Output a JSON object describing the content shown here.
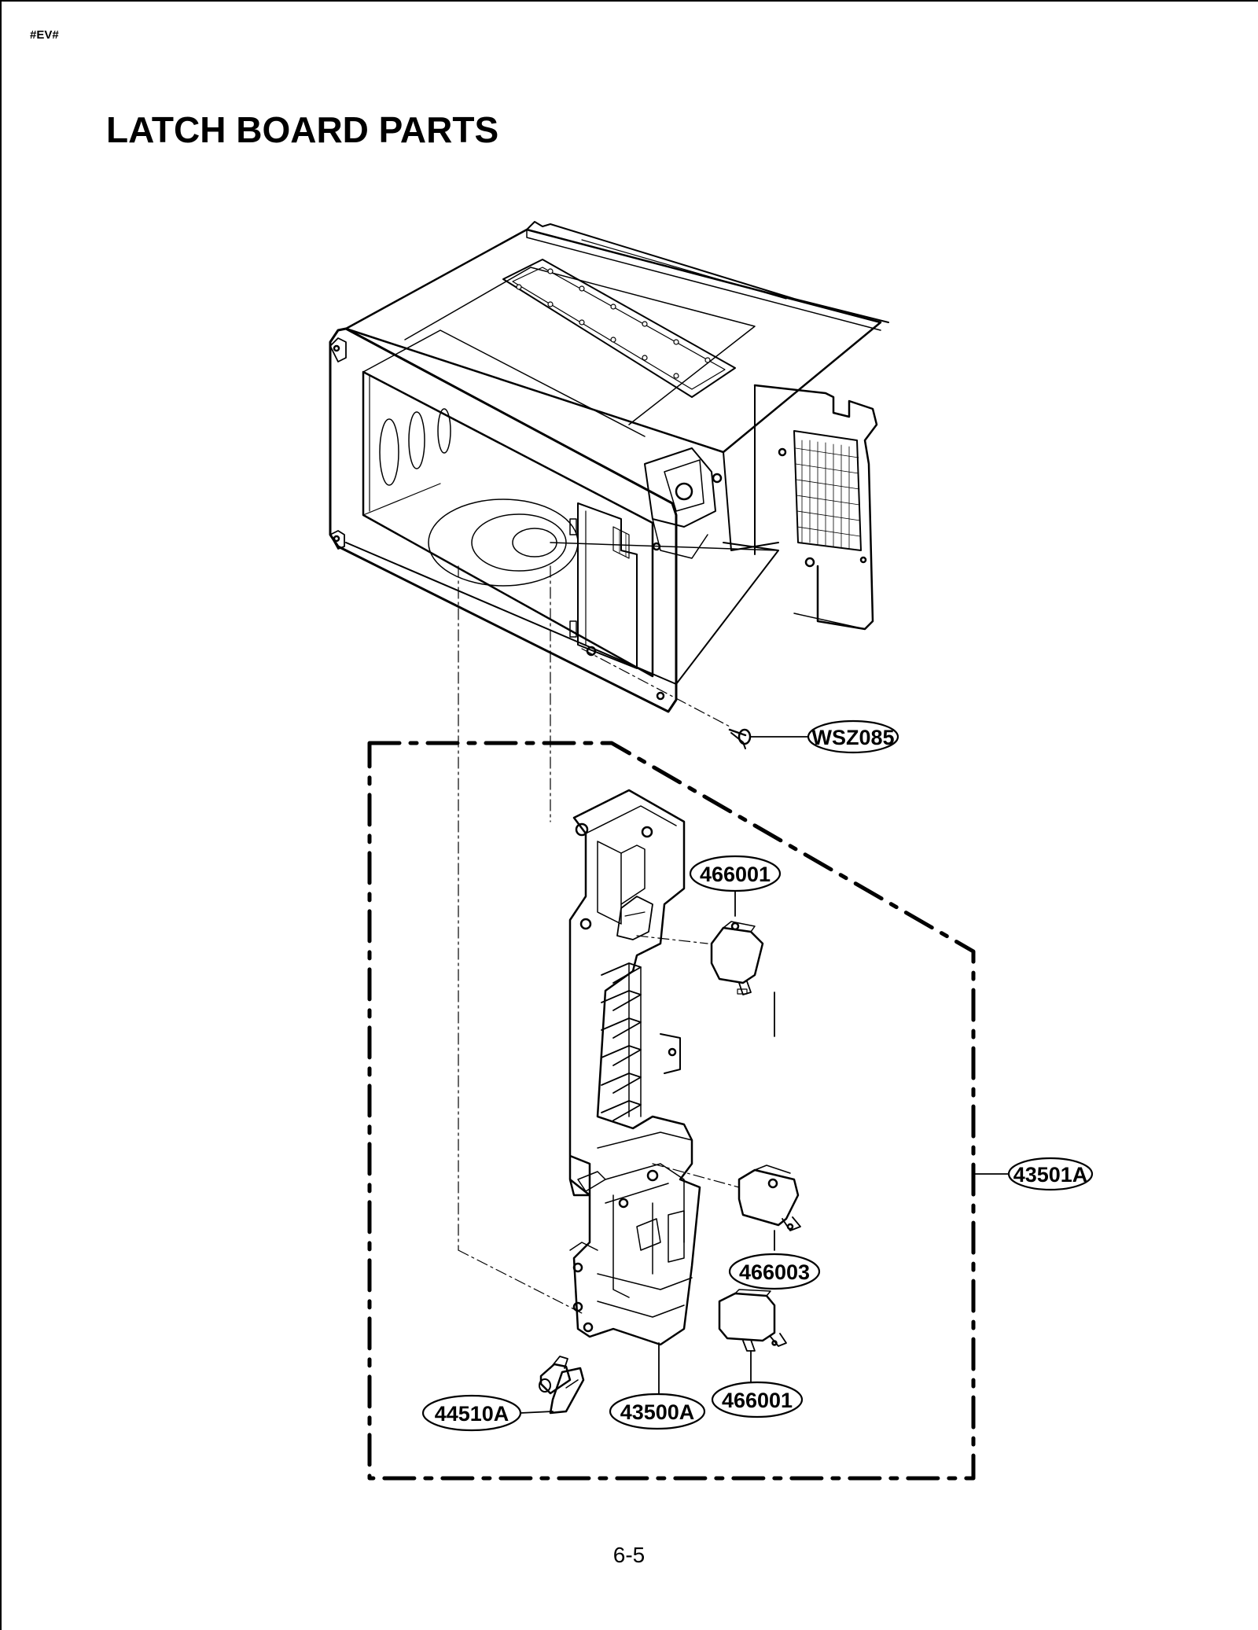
{
  "document": {
    "code": "#EV#",
    "title": "LATCH BOARD PARTS",
    "page_number": "6-5"
  },
  "callouts": [
    {
      "id": "screw",
      "label": "WSZ085"
    },
    {
      "id": "switch-top",
      "label": "466001"
    },
    {
      "id": "assembly",
      "label": "43501A"
    },
    {
      "id": "switch-middle",
      "label": "466003"
    },
    {
      "id": "lever",
      "label": "44510A"
    },
    {
      "id": "latch-board",
      "label": "43500A"
    },
    {
      "id": "switch-bottom",
      "label": "466001"
    }
  ]
}
